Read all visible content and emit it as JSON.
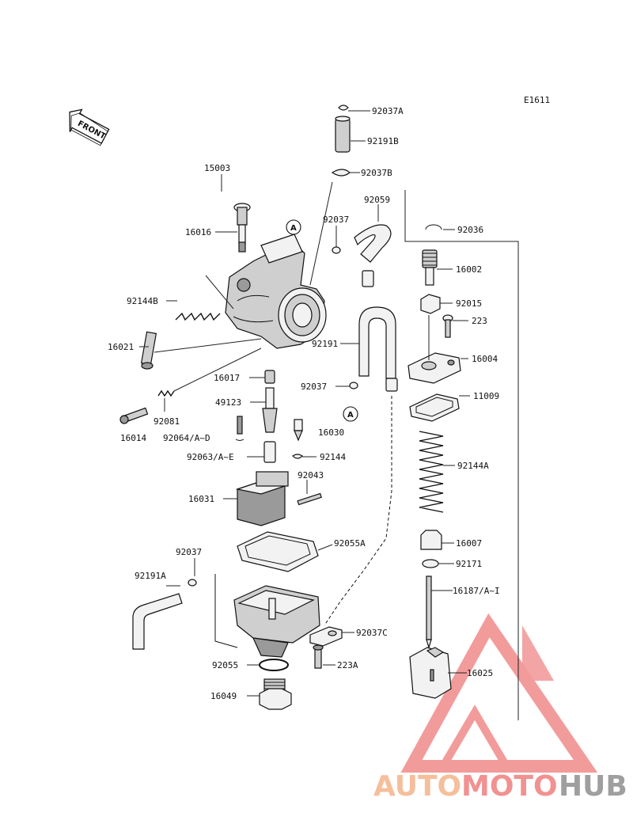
{
  "diagram_code": "E1611",
  "front_label": "FRONT",
  "callout_letter": "A",
  "parts": {
    "p92037A": "92037A",
    "p92191B": "92191B",
    "p92037B": "92037B",
    "p15003": "15003",
    "p92037_top": "92037",
    "p92059": "92059",
    "p92036": "92036",
    "p16016": "16016",
    "p16002": "16002",
    "p92144B": "92144B",
    "p92015": "92015",
    "p223": "223",
    "p16021": "16021",
    "p92191": "92191",
    "p16004": "16004",
    "p16017": "16017",
    "p92037_mid": "92037",
    "p11009": "11009",
    "p49123": "49123",
    "p92081": "92081",
    "p16014": "16014",
    "p92064": "92064/A~D",
    "p16030": "16030",
    "p92144A": "92144A",
    "p92063": "92063/A~E",
    "p92144": "92144",
    "p92043": "92043",
    "p16031": "16031",
    "p92055A": "92055A",
    "p16007": "16007",
    "p92037_low": "92037",
    "p92171": "92171",
    "p92191A": "92191A",
    "p16187": "16187/A~I",
    "p92037C": "92037C",
    "p92055": "92055",
    "p223A": "223A",
    "p16025": "16025",
    "p16049": "16049"
  },
  "watermark": {
    "auto": "AUTO",
    "moto": "MOTO",
    "hub": "HUB",
    "colors": {
      "auto": "#f4b48a",
      "moto": "#f07e7e",
      "hub": "#8f8f8f",
      "triangle": "#f08080"
    }
  }
}
